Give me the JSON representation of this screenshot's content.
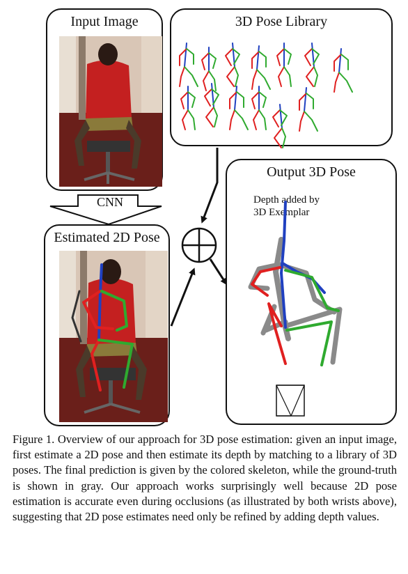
{
  "panels": {
    "input_title": "Input Image",
    "library_title": "3D Pose Library",
    "estimated_title": "Estimated 2D Pose",
    "output_title": "Output 3D Pose"
  },
  "cnn_label": "CNN",
  "annotation": {
    "line1": "Depth added by",
    "line2": "3D Exemplar"
  },
  "caption": {
    "text": "Figure 1. Overview of our approach for 3D pose estimation: given an input image, first estimate a 2D pose and then estimate its depth by matching to a library of 3D poses. The final prediction is given by the colored skeleton, while the ground-truth is shown in gray. Our approach works surprisingly well because 2D pose estimation is accurate even during occlusions (as illustrated by both wrists above), suggesting that 2D pose estimates need only be refined by adding depth values."
  },
  "colors": {
    "left_limb": "#2faa2f",
    "right_limb": "#e02020",
    "torso": "#2040c0",
    "ground_truth": "#8a8a8a"
  }
}
